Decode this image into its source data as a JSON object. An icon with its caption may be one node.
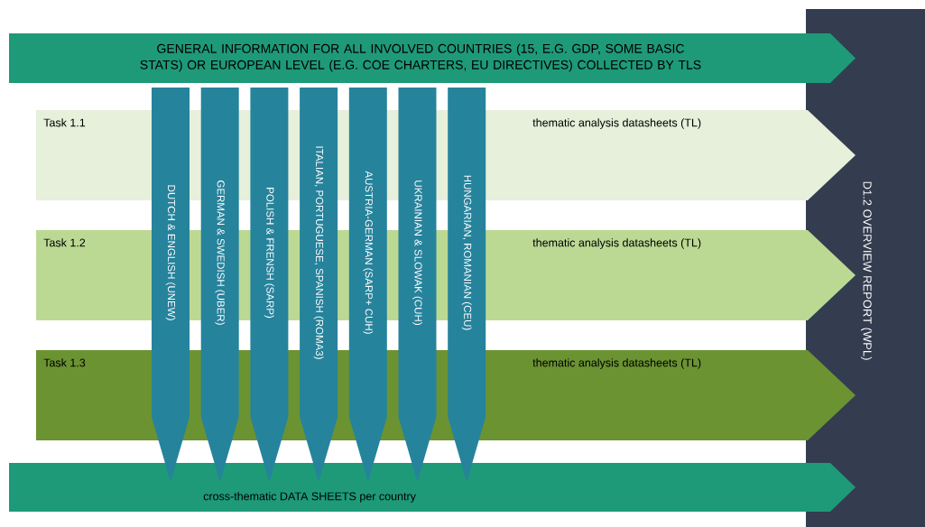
{
  "diagram": {
    "nodes": [
      {
        "text": [
          "GENERAL INFORMATION FOR ALL INVOLVED COUNTRIES (15, E.G. GDP, SOME BASIC STATS) OR EUROPEAN LEVEL (E.G. COE CHARTERS, EU DIRECTIVES) COLLECTED BY TLS"
        ]
      },
      {
        "text": [
          "D1.2 OVERVIEW REPORT (WPL)"
        ]
      },
      {
        "text": [
          "Task 1.1",
          "thematic analysis datasheets (TL)"
        ]
      },
      {
        "text": [
          "Task 1.2",
          "thematic analysis datasheets (TL)"
        ]
      },
      {
        "text": [
          "Task 1.3",
          "thematic analysis datasheets (TL)"
        ]
      },
      {
        "text": [
          "DUTCH & ENGLISH (UNEW)"
        ]
      },
      {
        "text": [
          "GERMAN & SWEDISH (UBER)"
        ]
      },
      {
        "text": [
          "POLISH & FRENSH (SARP)"
        ]
      },
      {
        "text": [
          "ITALIAN, PORTUGUESE, SPANISH (ROMA3)"
        ]
      },
      {
        "text": [
          "AUSTRIA-GERMAN (SARP+ CUH)"
        ]
      },
      {
        "text": [
          "UKRAINIAN & SLOWAK (CUH)"
        ]
      },
      {
        "text": [
          "HUNGARIAN, ROMANIAN (CEU)"
        ]
      },
      {
        "text": [
          "cross-thematic DATA SHEETS per country"
        ]
      }
    ]
  }
}
